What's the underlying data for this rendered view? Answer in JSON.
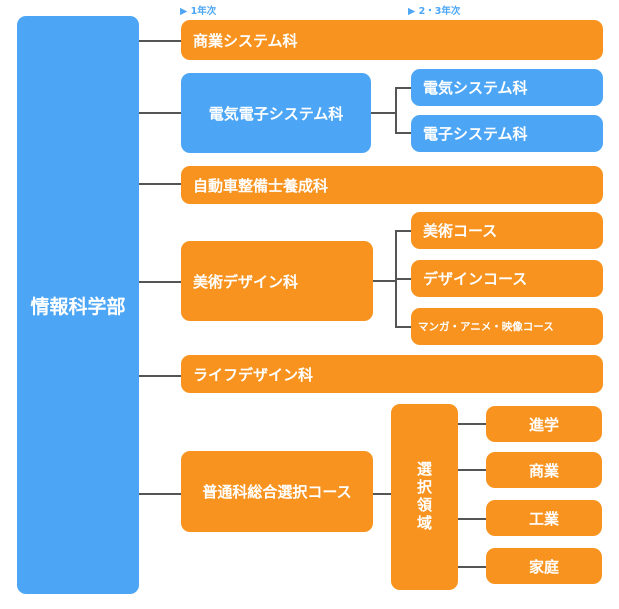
{
  "phases": {
    "year1": "▶ 1年次",
    "year23": "▶ 2・3年次"
  },
  "root": "情報科学部",
  "commerce_system": "商業システム科",
  "electrical": {
    "label": "電気電子システム科",
    "children": [
      "電気システム科",
      "電子システム科"
    ]
  },
  "automotive": "自動車整備士養成科",
  "art_design": {
    "label": "美術デザイン科",
    "children": [
      "美術コース",
      "デザインコース",
      "マンガ・アニメ・映像コース"
    ]
  },
  "life_design": "ライフデザイン科",
  "general": {
    "label": "普通科総合選択コース",
    "area_label": "選択領域",
    "children": [
      "進学",
      "商業",
      "工業",
      "家庭"
    ]
  },
  "colors": {
    "orange": "#F7931E",
    "blue": "#4DA6F5",
    "line": "#555555"
  }
}
